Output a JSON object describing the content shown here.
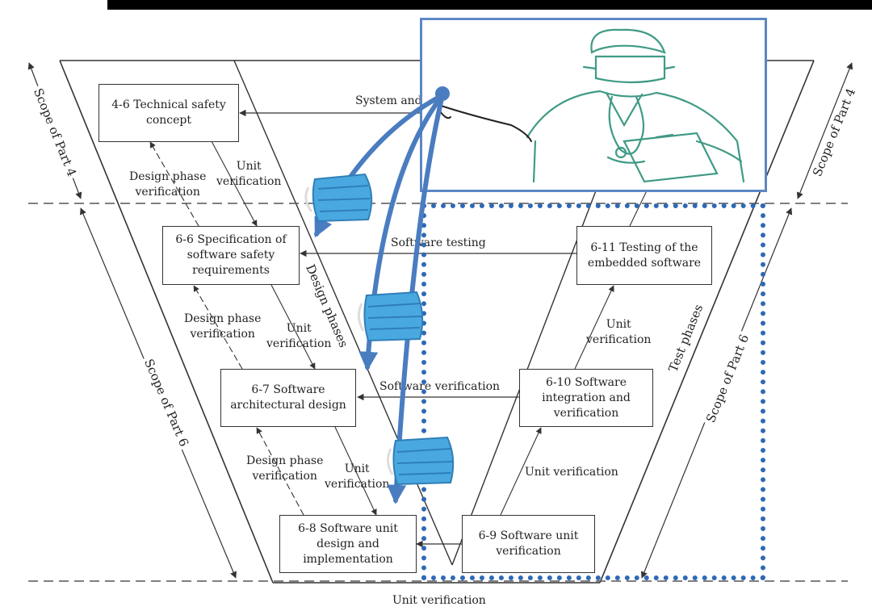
{
  "boxes": {
    "b46": "4-6 Technical safety\nconcept",
    "b66": "6-6 Specification of\nsoftware safety\nrequirements",
    "b67": "6-7 Software\narchitectural design",
    "b68": "6-8 Software unit\ndesign and\nimplementation",
    "b69": "6-9 Software unit\nverification",
    "b610": "6-10 Software\nintegration and\nverification",
    "b611": "6-11 Testing of the\nembedded software"
  },
  "labels": {
    "system_and": "System and",
    "unit_verification_1": "Unit\nverification",
    "design_phase_1": "Design phase\nverification",
    "software_testing": "Software testing",
    "design_phase_2": "Design phase\nverification",
    "unit_verification_2": "Unit\nverification",
    "software_verification": "Software verification",
    "design_phase_3": "Design phase\nverification",
    "unit_verification_3": "Unit\nverification",
    "unit_verification_right_upper": "Unit\nverification",
    "unit_verification_right_lower": "Unit verification",
    "unit_verification_bottom": "Unit verification",
    "design_phases": "Design phases",
    "test_phases": "Test phases",
    "scope_part4_left": "Scope of Part 4",
    "scope_part6_left": "Scope of Part 6",
    "scope_part4_right": "Scope of Part 4",
    "scope_part6_right": "Scope of Part 6"
  },
  "colors": {
    "overlay_border": "#5b87c5",
    "dotted_border": "#2f69b5",
    "blue_arrows": "#4a7cc0",
    "doctor_lines": "#3f9a86",
    "mask_fill": "#4aa8e0"
  },
  "icons": [
    "doctor-illustration",
    "face-mask-icon"
  ]
}
